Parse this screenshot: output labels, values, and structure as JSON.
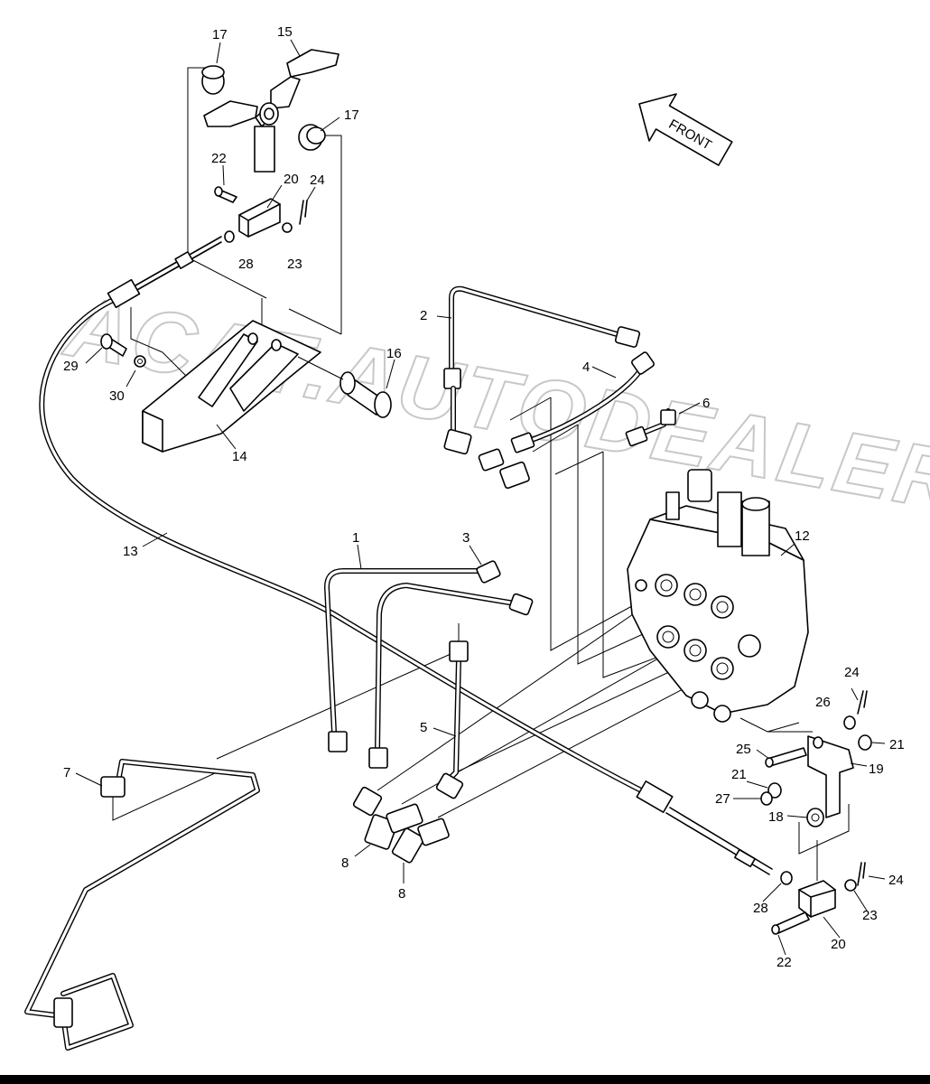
{
  "watermark": "ACAT.AUTODEALER.RU",
  "front_arrow": "FRONT",
  "callouts": [
    {
      "id": "c17a",
      "text": "17"
    },
    {
      "id": "c15",
      "text": "15"
    },
    {
      "id": "c17b",
      "text": "17"
    },
    {
      "id": "c22a",
      "text": "22"
    },
    {
      "id": "c20a",
      "text": "20"
    },
    {
      "id": "c24a",
      "text": "24"
    },
    {
      "id": "c28a",
      "text": "28"
    },
    {
      "id": "c23a",
      "text": "23"
    },
    {
      "id": "c2",
      "text": "2"
    },
    {
      "id": "c16",
      "text": "16"
    },
    {
      "id": "c29",
      "text": "29"
    },
    {
      "id": "c30",
      "text": "30"
    },
    {
      "id": "c14",
      "text": "14"
    },
    {
      "id": "c4",
      "text": "4"
    },
    {
      "id": "c6",
      "text": "6"
    },
    {
      "id": "c12",
      "text": "12"
    },
    {
      "id": "c13",
      "text": "13"
    },
    {
      "id": "c1",
      "text": "1"
    },
    {
      "id": "c3",
      "text": "3"
    },
    {
      "id": "c5",
      "text": "5"
    },
    {
      "id": "c7",
      "text": "7"
    },
    {
      "id": "c8a",
      "text": "8"
    },
    {
      "id": "c8b",
      "text": "8"
    },
    {
      "id": "c24b",
      "text": "24"
    },
    {
      "id": "c26",
      "text": "26"
    },
    {
      "id": "c21a",
      "text": "21"
    },
    {
      "id": "c25",
      "text": "25"
    },
    {
      "id": "c19",
      "text": "19"
    },
    {
      "id": "c21b",
      "text": "21"
    },
    {
      "id": "c27",
      "text": "27"
    },
    {
      "id": "c18",
      "text": "18"
    },
    {
      "id": "c24c",
      "text": "24"
    },
    {
      "id": "c28b",
      "text": "28"
    },
    {
      "id": "c23b",
      "text": "23"
    },
    {
      "id": "c20b",
      "text": "20"
    },
    {
      "id": "c22b",
      "text": "22"
    }
  ]
}
